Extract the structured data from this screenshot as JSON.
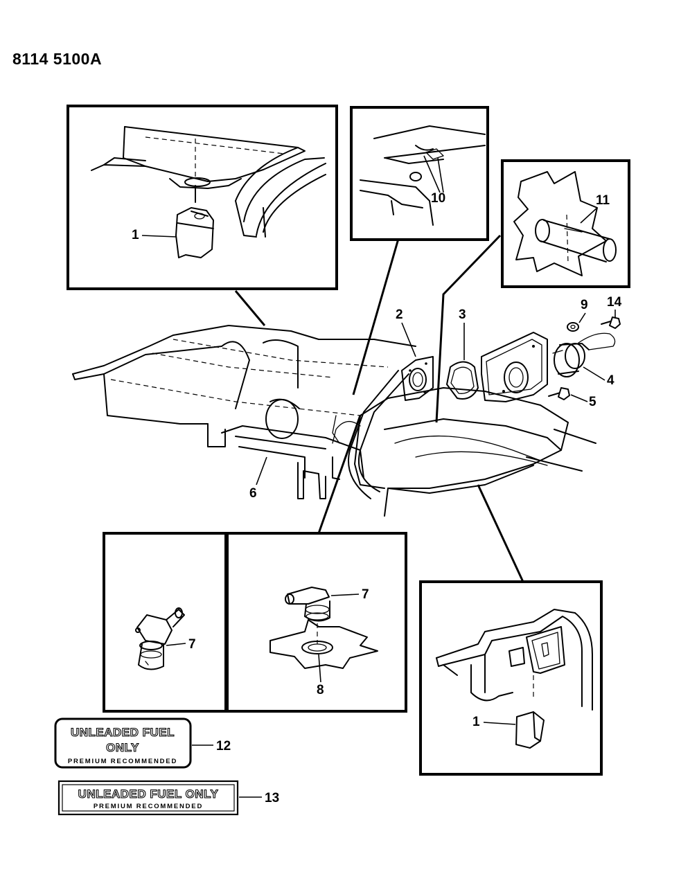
{
  "header": {
    "code": "8114 5100A"
  },
  "callouts": {
    "c1_top": "1",
    "c1_bottom": "1",
    "c2": "2",
    "c3": "3",
    "c4": "4",
    "c5": "5",
    "c6": "6",
    "c7_left": "7",
    "c7_right": "7",
    "c8": "8",
    "c9": "9",
    "c10": "10",
    "c11": "11",
    "c12": "12",
    "c13": "13",
    "c14": "14"
  },
  "decal_12": {
    "line1": "UNLEADED FUEL",
    "line2": "ONLY",
    "line3": "PREMIUM RECOMMENDED"
  },
  "decal_13": {
    "line1": "UNLEADED FUEL ONLY",
    "line2": "PREMIUM RECOMMENDED"
  }
}
